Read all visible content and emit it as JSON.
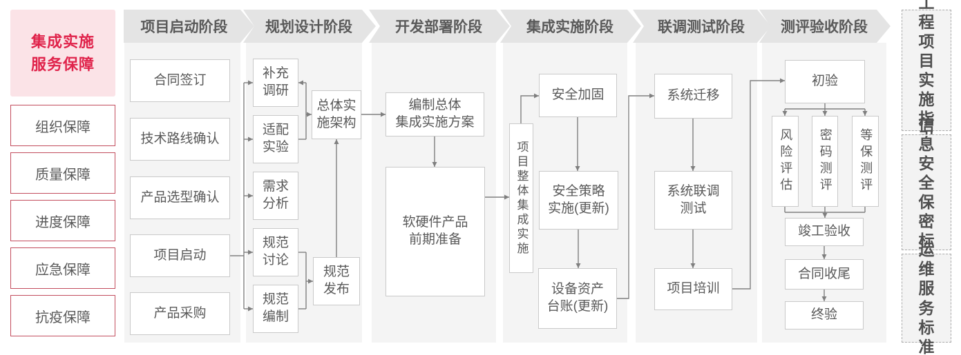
{
  "sidebar": {
    "title": "集成实施\n服务保障",
    "items": [
      {
        "label": "组织保障"
      },
      {
        "label": "质量保障"
      },
      {
        "label": "进度保障"
      },
      {
        "label": "应急保障"
      },
      {
        "label": "抗疫保障"
      }
    ]
  },
  "phases": [
    {
      "label": "项目启动阶段"
    },
    {
      "label": "规划设计阶段"
    },
    {
      "label": "开发部署阶段"
    },
    {
      "label": "集成实施阶段"
    },
    {
      "label": "联调测试阶段"
    },
    {
      "label": "测评验收阶段"
    }
  ],
  "nodes": {
    "contract_signing": "合同签订",
    "tech_route_confirmation": "技术路线确认",
    "product_selection_confirmation": "产品选型确认",
    "project_kickoff": "项目启动",
    "product_procurement": "产品采购",
    "supplementary_research": "补充\n调研",
    "adaptation_test": "适配\n实验",
    "requirement_analysis": "需求\n分析",
    "spec_discussion": "规范\n讨论",
    "spec_compilation": "规范\n编制",
    "overall_architecture": "总体实\n施架构",
    "spec_release": "规范\n发布",
    "overall_plan": "编制总体\n集成实施方案",
    "hw_sw_preparation": "软硬件产品\n前期准备",
    "overall_integration": "项目整体集成实施",
    "security_hardening": "安全加固",
    "security_policy": "安全策略\n实施(更新)",
    "asset_ledger": "设备资产\n台账(更新)",
    "system_migration": "系统迁移",
    "joint_debugging": "系统联调\n测试",
    "project_training": "项目培训",
    "initial_acceptance": "初验",
    "risk_assessment": "风险评估",
    "crypto_evaluation": "密码测评",
    "classified_protection_evaluation": "等保测评",
    "completion_acceptance": "竣工验收",
    "contract_closure": "合同收尾",
    "final_acceptance": "终验"
  },
  "standards": [
    {
      "label": "工程\n项目\n实施\n指引"
    },
    {
      "label": "信息\n安全\n保密\n标准"
    },
    {
      "label": "运维\n服务\n标准"
    }
  ],
  "colors": {
    "accent_red": "#e0234b",
    "sidebar_pink": "#fbe3e7",
    "sidebar_border": "#c24b5c",
    "panel_gray": "#f4f4f4",
    "band_gray": "#e4e4e4",
    "box_border": "#c9c9c9",
    "connector_gray": "#7f7f7f",
    "text_gray": "#595959"
  }
}
